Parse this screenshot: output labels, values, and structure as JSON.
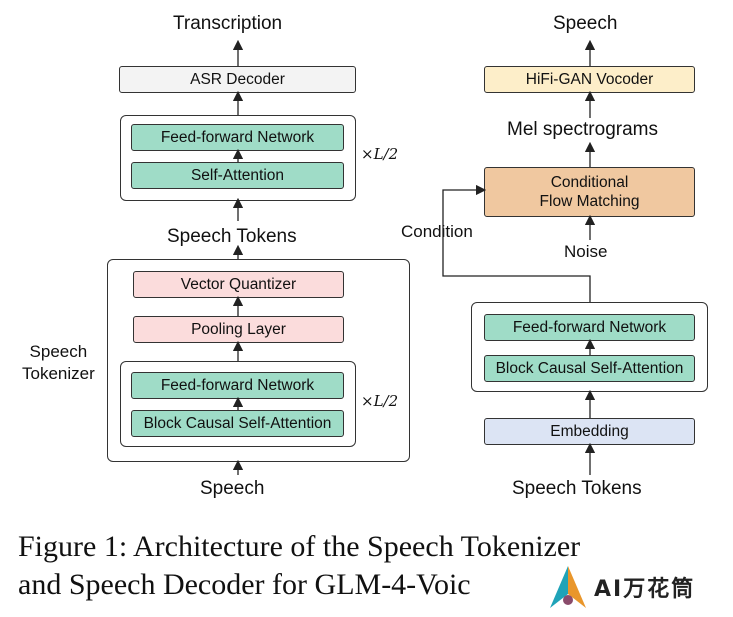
{
  "left": {
    "transcription": "Transcription",
    "asr_decoder": "ASR Decoder",
    "upper_ffn": "Feed-forward Network",
    "upper_attn": "Self-Attention",
    "upper_mult": "×L/2",
    "speech_tokens": "Speech Tokens",
    "vector_quantizer": "Vector Quantizer",
    "pooling_layer": "Pooling Layer",
    "lower_ffn": "Feed-forward Network",
    "lower_attn": "Block Causal Self-Attention",
    "lower_mult": "×L/2",
    "tokenizer_label_1": "Speech",
    "tokenizer_label_2": "Tokenizer",
    "speech_input": "Speech"
  },
  "right": {
    "speech_output": "Speech",
    "vocoder": "HiFi-GAN Vocoder",
    "mel": "Mel spectrograms",
    "cfm_1": "Conditional",
    "cfm_2": "Flow Matching",
    "condition": "Condition",
    "noise": "Noise",
    "ffn": "Feed-forward Network",
    "attn": "Block Causal Self-Attention",
    "embedding": "Embedding",
    "speech_tokens_input": "Speech Tokens"
  },
  "caption": {
    "line1": "Figure 1:  Architecture of the Speech Tokenizer",
    "line2": "and Speech Decoder for GLM-4-Voic"
  },
  "watermark": {
    "text": "AI万花筒"
  },
  "colors": {
    "green": "#9fdcc7",
    "pink": "#fbdcdc",
    "blue": "#dce4f4",
    "yellow": "#fdeec9",
    "orange": "#f0c8a0",
    "grey": "#f3f3f3"
  }
}
